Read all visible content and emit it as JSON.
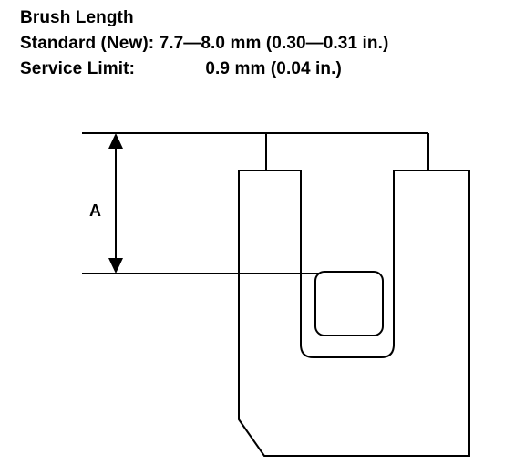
{
  "spec": {
    "title": "Brush Length",
    "standard_label": "Standard (New):",
    "standard_value": "7.7—8.0 mm (0.30—0.31 in.)",
    "limit_label": "Service Limit:",
    "limit_value": "0.9 mm (0.04 in.)"
  },
  "diagram": {
    "dimension_label": "A"
  }
}
